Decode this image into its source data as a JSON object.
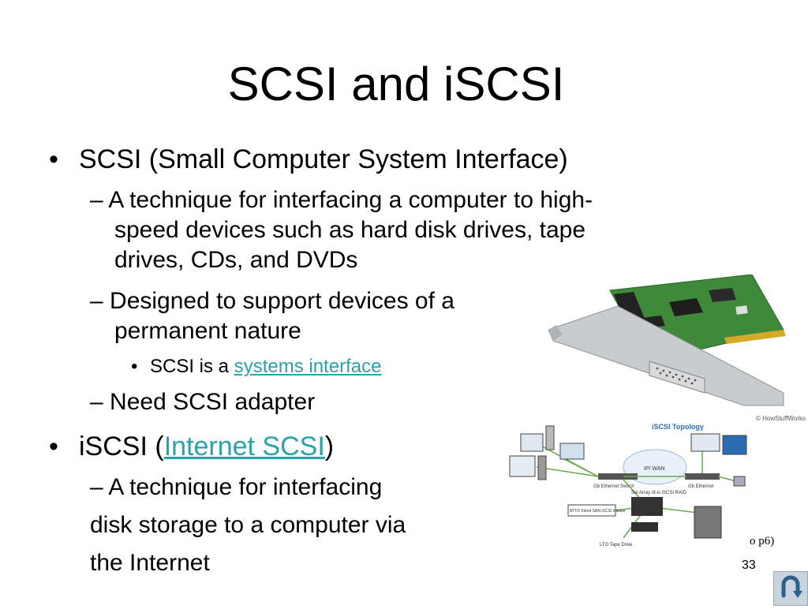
{
  "slide": {
    "title": "SCSI and iSCSI",
    "page_number": "33",
    "reference_fragment": "o p6)"
  },
  "content": {
    "bullet_char": "•",
    "dash": "–",
    "scsi_heading": "SCSI (Small Computer System Interface)",
    "scsi_sub1_lines": [
      "A technique for interfacing a computer to high-",
      "speed devices such as hard disk drives, tape",
      "drives, CDs, and DVDs"
    ],
    "scsi_sub2_lines": [
      "Designed to support devices of a",
      "permanent nature"
    ],
    "scsi_sub2_item_prefix": "SCSI is a ",
    "scsi_sub2_item_link": "systems interface",
    "scsi_sub3": "Need SCSI adapter",
    "iscsi_heading_prefix": "iSCSI (",
    "iscsi_heading_link": "Internet SCSI",
    "iscsi_heading_suffix": ")",
    "iscsi_sub1_lines": [
      "A technique for interfacing",
      "disk storage to a computer via",
      "the Internet"
    ]
  },
  "images": {
    "card_credit": "© HowStuffWorks",
    "topology_title": "iSCSI Topology",
    "topology_labels": {
      "gb_switch": "Gb Ethernet Switch",
      "ip_wan": "IP/ WAN",
      "gb_ethernet": "Gb Ethernet",
      "sol_array": "Sol Array i8-is iSCSI RAID",
      "atto": "ATTO Xtend SAN iSCSI Initiator",
      "lto": "LTO Tape Drive"
    }
  },
  "colors": {
    "link": "#2aa3a8",
    "pcb_green": "#3f8a3a",
    "bracket_gray": "#c9ccce",
    "gold": "#d7a928"
  },
  "icons": {
    "home_button": "u-turn-arrow-icon"
  }
}
